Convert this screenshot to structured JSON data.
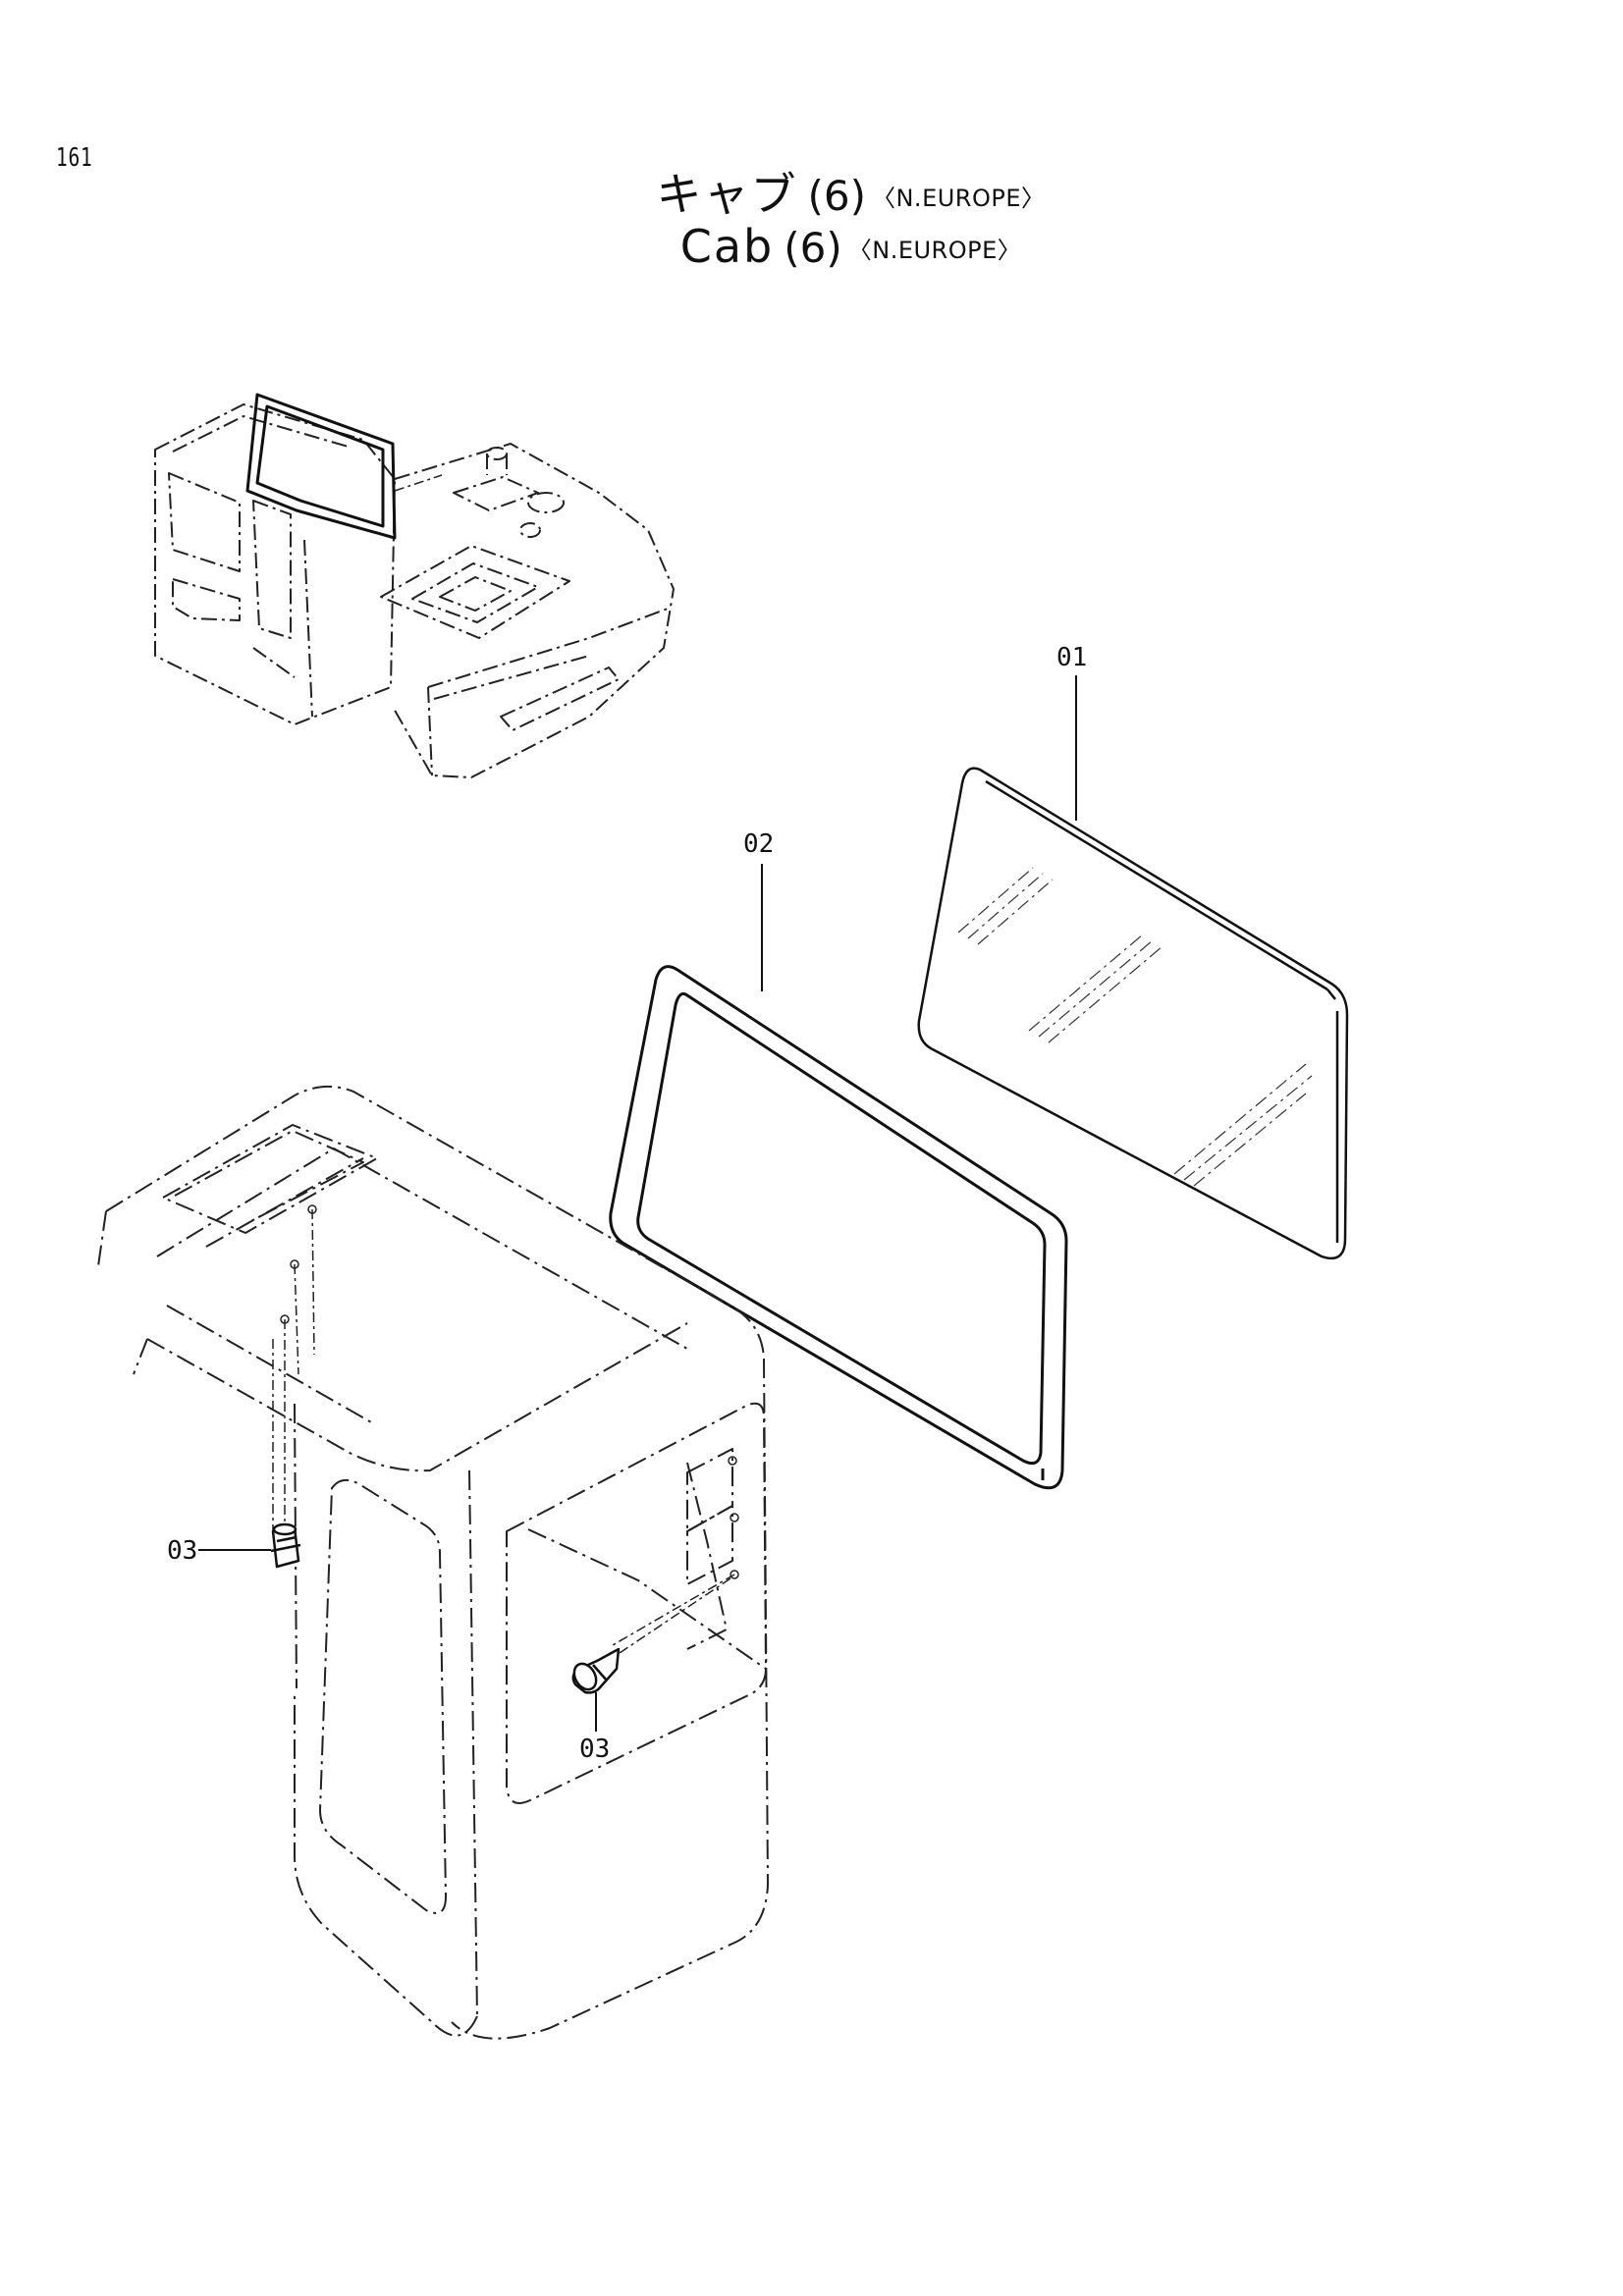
{
  "page": {
    "number": "161"
  },
  "title": {
    "jp": {
      "main": "キャブ",
      "num": "(6)",
      "region": "〈N.EUROPE〉"
    },
    "en": {
      "main": "Cab",
      "num": "(6)",
      "region": "〈N.EUROPE〉"
    }
  },
  "callouts": {
    "glass": "01",
    "seal": "02",
    "bolt_left": "03",
    "bolt_right": "03"
  }
}
